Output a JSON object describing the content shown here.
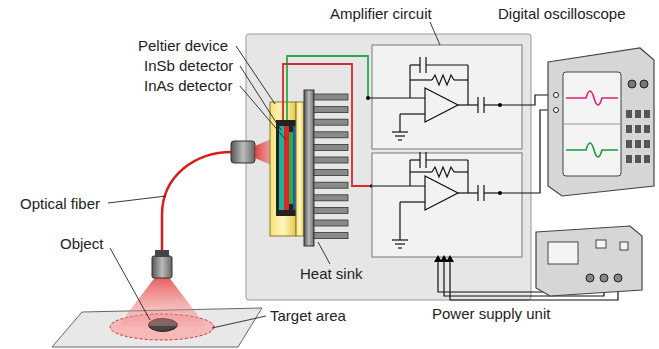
{
  "diagram": {
    "labels": [
      "Digital oscilloscope",
      "Amplifier circuit",
      "Peltier device",
      "InSb detector",
      "InAs detector",
      "Optical fiber",
      "Object",
      "Target area",
      "Heat sink",
      "Power supply unit"
    ]
  }
}
